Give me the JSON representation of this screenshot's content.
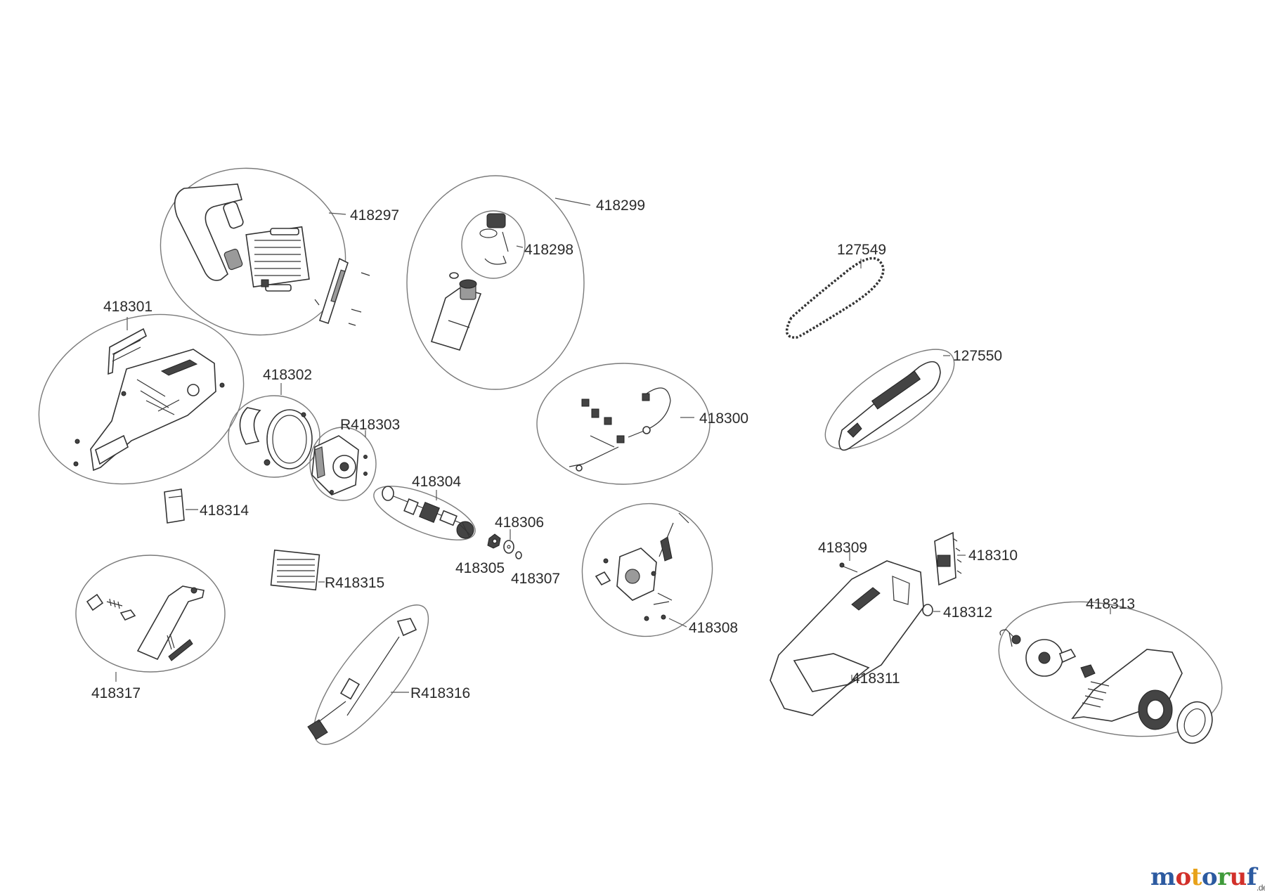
{
  "parts": {
    "p418297": "418297",
    "p418298": "418298",
    "p418299": "418299",
    "p418300": "418300",
    "p418301": "418301",
    "p418302": "418302",
    "pR418303": "R418303",
    "p418304": "418304",
    "p418305": "418305",
    "p418306": "418306",
    "p418307": "418307",
    "p418308": "418308",
    "p418309": "418309",
    "p418310": "418310",
    "p418311": "418311",
    "p418312": "418312",
    "p418313": "418313",
    "p418314": "418314",
    "pR418315": "R418315",
    "pR418316": "R418316",
    "p418317": "418317",
    "p127549": "127549",
    "p127550": "127550"
  },
  "logo": {
    "letters": [
      "m",
      "o",
      "t",
      "o",
      "r",
      "u",
      "f"
    ],
    "colors": [
      "#2c5aa0",
      "#d2302a",
      "#e8a21a",
      "#2c5aa0",
      "#3f9a3a",
      "#d2302a",
      "#2c5aa0"
    ],
    "suffix": ".de"
  }
}
